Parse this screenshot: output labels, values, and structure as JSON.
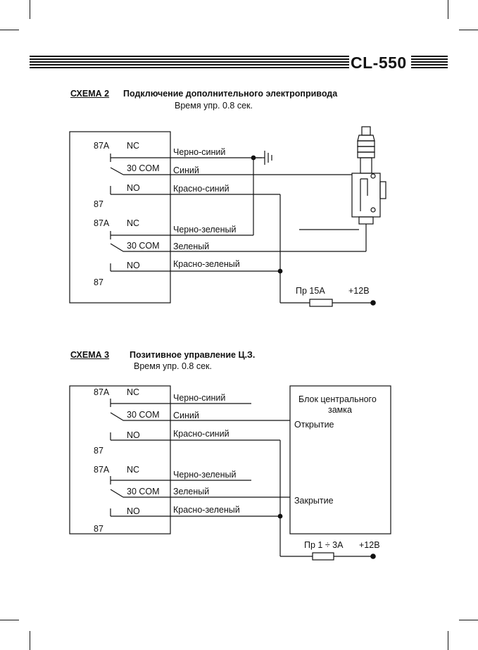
{
  "header": {
    "model": "CL-550"
  },
  "scheme2": {
    "label": "СХЕМА 2",
    "title": "Подключение дополнительного электропривода",
    "subtitle": "Время упр. 0.8 сек.",
    "relay_labels": {
      "r1_87a": "87A",
      "r1_nc": "NC",
      "r1_com": "30 COM",
      "r1_no": "NO",
      "r1_87": "87",
      "r2_87a": "87A",
      "r2_nc": "NC",
      "r2_com": "30 COM",
      "r2_no": "NO",
      "r2_87": "87"
    },
    "wires": [
      "Черно-синий",
      "Синий",
      "Красно-синий",
      "Черно-зеленый",
      "Зеленый",
      "Красно-зеленый"
    ],
    "fuse": "Пр 15А",
    "power": "+12В"
  },
  "scheme3": {
    "label": "СХЕМА 3",
    "title": "Позитивное управление Ц.З.",
    "subtitle": "Время упр. 0.8 сек.",
    "relay_labels": {
      "r1_87a": "87A",
      "r1_nc": "NC",
      "r1_com": "30 COM",
      "r1_no": "NO",
      "r1_87": "87",
      "r2_87a": "87A",
      "r2_nc": "NC",
      "r2_com": "30 COM",
      "r2_no": "NO",
      "r2_87": "87"
    },
    "wires": [
      "Черно-синий",
      "Синий",
      "Красно-синий",
      "Черно-зеленый",
      "Зеленый",
      "Красно-зеленый"
    ],
    "block_title_1": "Блок центрального",
    "block_title_2": "замка",
    "open": "Открытие",
    "close": "Закрытие",
    "fuse": "Пр 1 ÷ 3А",
    "power": "+12В"
  }
}
